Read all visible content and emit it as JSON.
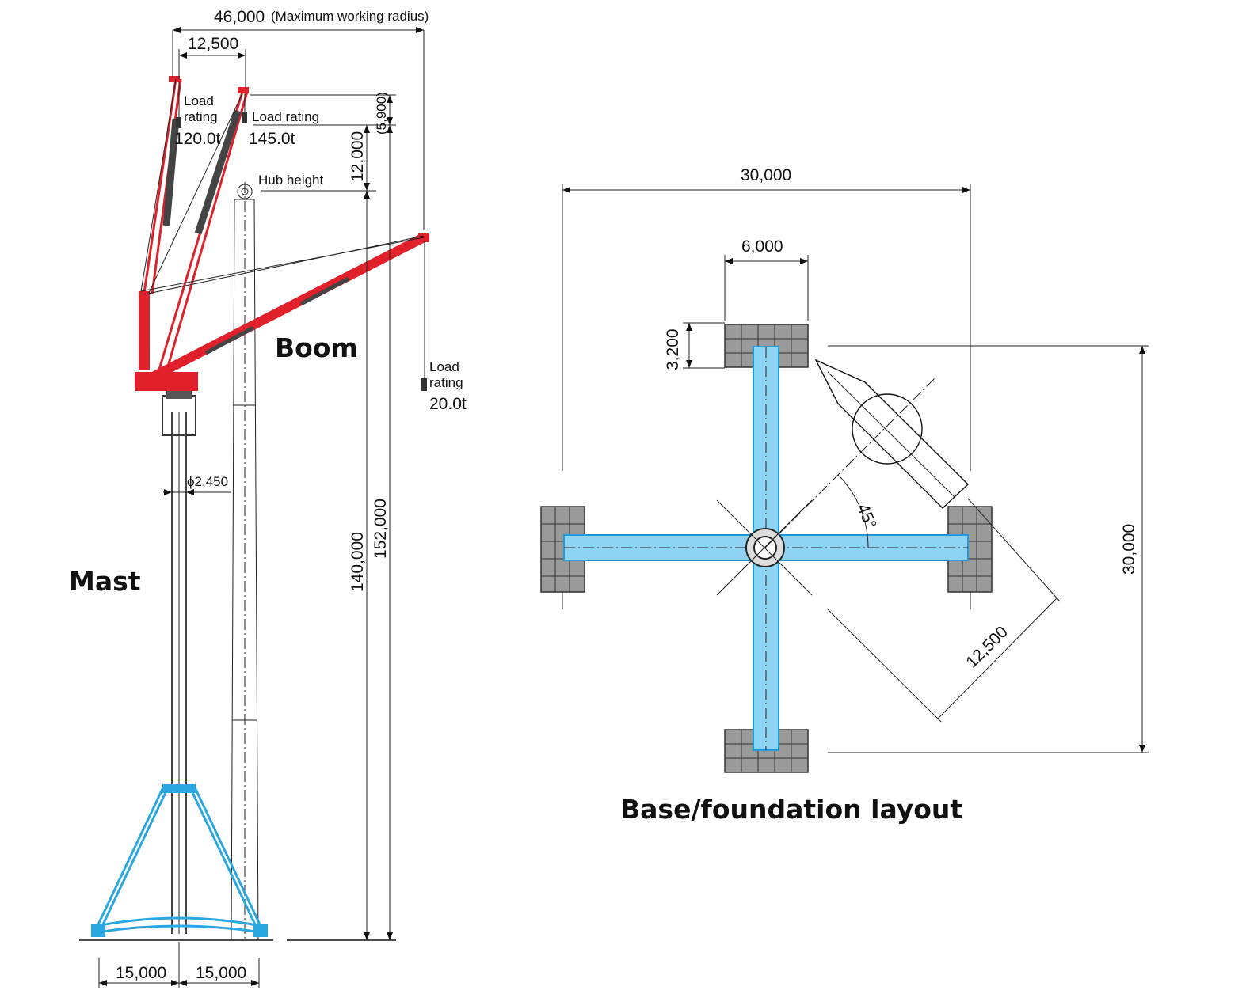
{
  "labels": {
    "mast_title": "Mast",
    "boom_title": "Boom",
    "base_title": "Base/foundation layout",
    "max_radius": "46,000",
    "max_radius_note": "(Maximum working radius)",
    "boom_offset": "12,500",
    "load_rating_word_1": "Load",
    "load_rating_word_2": "rating",
    "load_a_label": "Load rating",
    "load_b_label": "Load rating",
    "load_c_label": "Load rating",
    "load_a_value": "120.0t",
    "load_b_value": "145.0t",
    "load_c_value": "20.0t",
    "dim_5900": "(5,900)",
    "dim_12000": "12,000",
    "hub_height": "Hub height",
    "dim_140000": "140,000",
    "dim_152000": "152,000",
    "mast_diameter": "ϕ2,450",
    "base_left": "15,000",
    "base_right": "15,000",
    "plan_width": "30,000",
    "plan_height": "30,000",
    "pad_width": "6,000",
    "pad_depth": "3,200",
    "angle": "45°",
    "diag_radius": "12,500"
  },
  "colors": {
    "crane_red": "#e0202a",
    "foundation_blue": "#2aa7e0",
    "pad_gray": "#9a9a9a"
  }
}
